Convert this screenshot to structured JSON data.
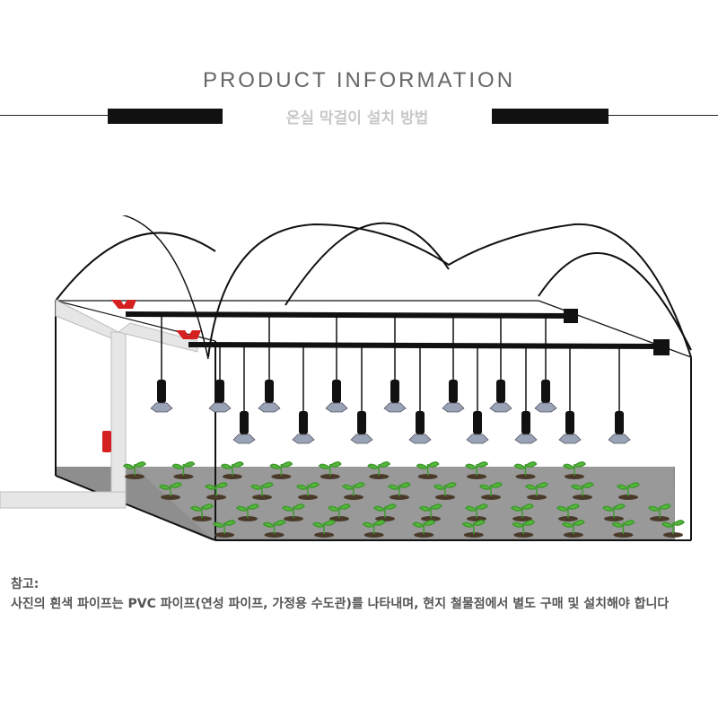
{
  "header": {
    "title": "PRODUCT INFORMATION",
    "subtitle": "온실 막걸이 설치 방법"
  },
  "note": {
    "label": "참고:",
    "text": "사진의 흰색 파이프는 PVC 파이프(연성 파이프, 가정용 수도관)를 나타내며, 현지 철물점에서 별도 구매 및 설치해야 합니다"
  },
  "colors": {
    "pipe": "#111111",
    "pvc": "#e6e6e6",
    "valve": "#d42020",
    "soil": "#8a8a8a",
    "plant": "#3f9a2e",
    "sprayer": "#9aa3b5"
  }
}
